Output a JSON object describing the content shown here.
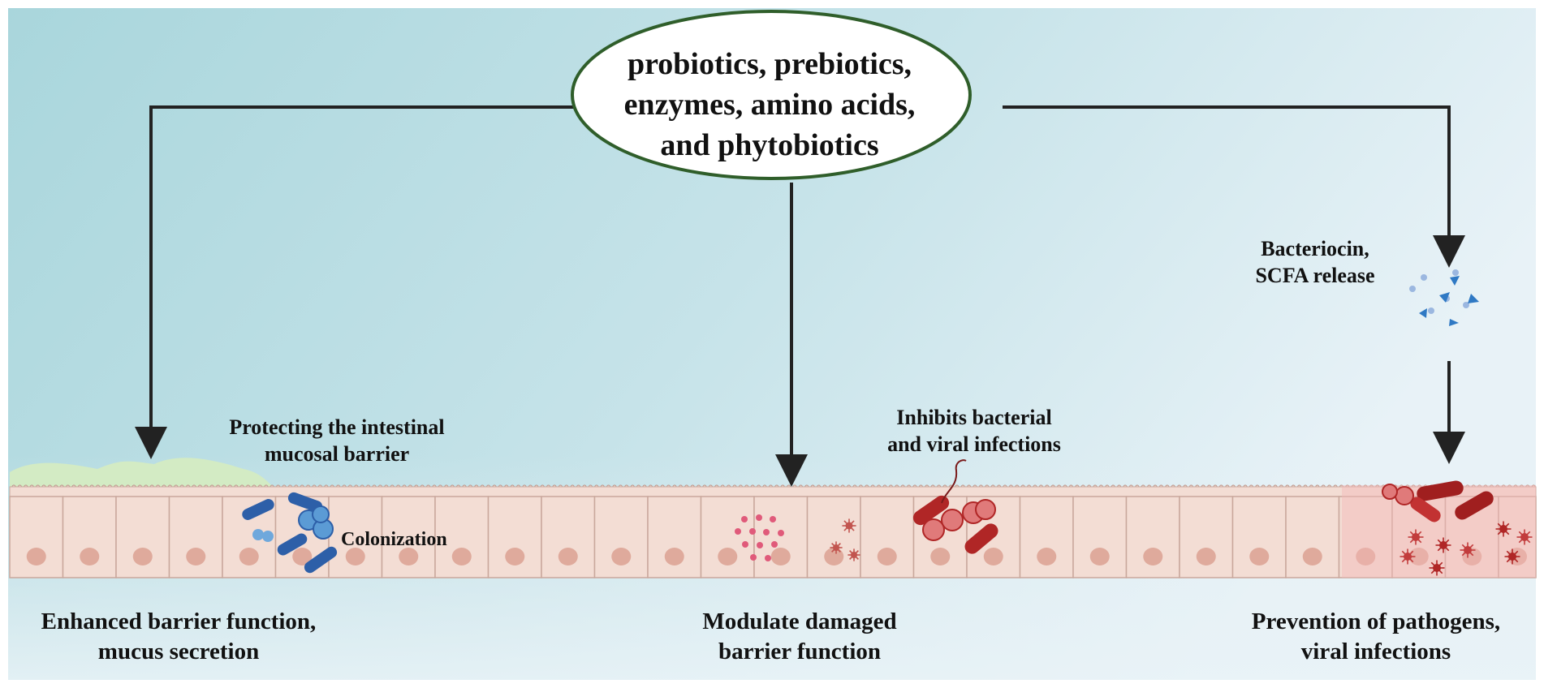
{
  "center": {
    "title": "probiotics, prebiotics,\nenzymes, amino acids,\nand phytobiotics"
  },
  "labels": {
    "protecting": "Protecting the intestinal\nmucosal barrier",
    "colonization": "Colonization",
    "inhibits": "Inhibits bacterial\nand viral infections",
    "bacteriocin": "Bacteriocin,\nSCFA release"
  },
  "outcomes": {
    "left": "Enhanced barrier function,\nmucus secretion",
    "middle": "Modulate damaged\nbarrier function",
    "right": "Prevention of pathogens,\nviral infections"
  },
  "colors": {
    "bg_left": "#a9d6dc",
    "bg_right": "#e6f1f6",
    "cell": "#f3ddd4",
    "cell_nucleus": "#dfaa9c",
    "inflamed_cell": "#f3c8c8",
    "ellipse_border": "#2f5e2a",
    "mucus": "#d4ebc2",
    "probiotic_blue": "#2d5fa8",
    "pathogen_red": "#b02626"
  }
}
